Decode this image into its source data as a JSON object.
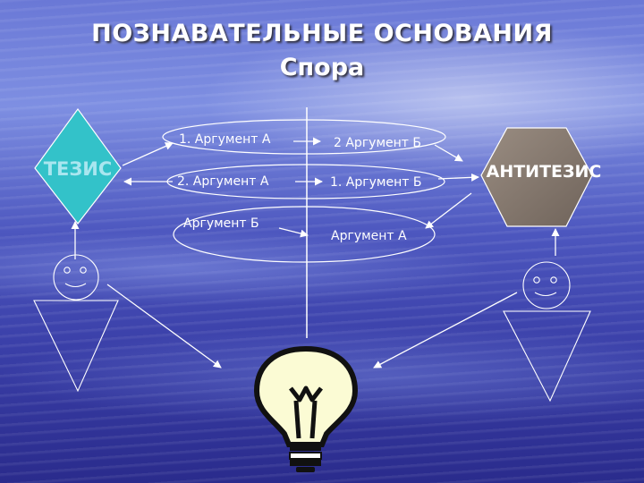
{
  "title": {
    "line1": "ПОЗНАВАТЕЛЬНЫЕ ОСНОВАНИЯ",
    "line2": "Спора"
  },
  "thesis": {
    "label": "ТЕЗИС",
    "color": "#33c2c9"
  },
  "antithesis": {
    "label": "АНТИТЕЗИС",
    "color": "#8a7b70"
  },
  "left_arguments": [
    "1. Аргумент А",
    "2. Аргумент А",
    "Аргумент Б"
  ],
  "right_arguments": [
    "2 Аргумент Б",
    "1. Аргумент Б",
    "Аргумент А"
  ],
  "icons": {
    "left_person": "stick-figure-icon",
    "right_person": "stick-figure-icon",
    "bulb": "light-bulb-icon"
  }
}
